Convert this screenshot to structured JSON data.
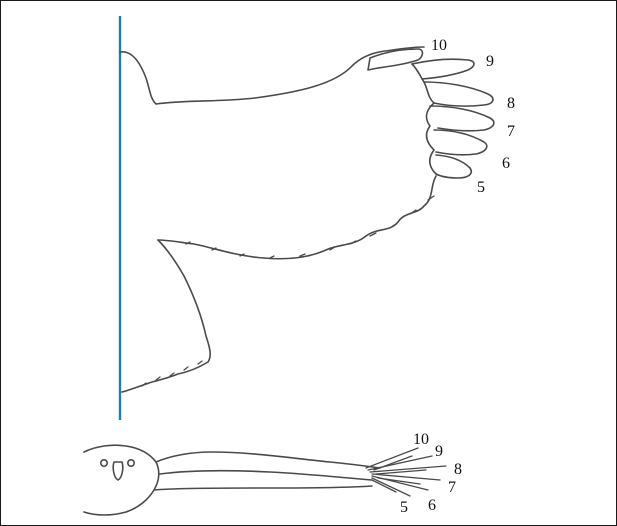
{
  "colors": {
    "axis_line": "#1f7ea6",
    "outline": "#4a4a4a",
    "border": "#1a1a1a",
    "text": "#111111"
  },
  "wing_top": {
    "labels": [
      "10",
      "9",
      "8",
      "7",
      "6",
      "5"
    ]
  },
  "wing_bottom": {
    "labels": [
      "10",
      "9",
      "8",
      "7",
      "6",
      "5"
    ]
  }
}
